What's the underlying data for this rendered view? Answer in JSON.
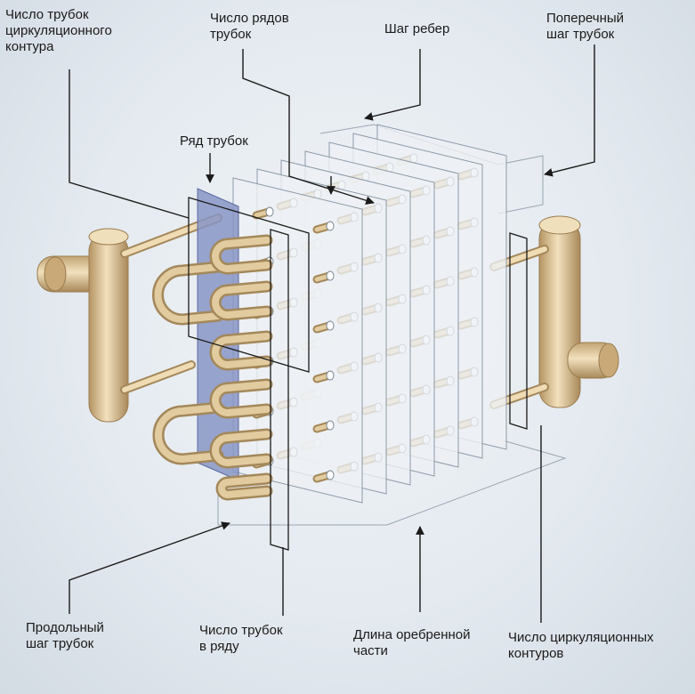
{
  "labels": {
    "tubes_circuit": "Число трубок\nциркуляционного\nконтура",
    "rows_count": "Число рядов\nтрубок",
    "fin_pitch": "Шаг ребер",
    "transverse_pitch": "Поперечный\nшаг трубок",
    "tube_row": "Ряд трубок",
    "longitudinal_pitch": "Продольный\nшаг трубок",
    "tubes_in_row": "Число трубок\nв ряду",
    "finned_length": "Длина оребренной\nчасти",
    "circuits_count": "Число циркуляционных\nконтуров"
  },
  "colors": {
    "background": "#e3e9ef",
    "fin_fill": "#edf1f5",
    "fin_stroke": "#8e9aa6",
    "tube": "#e1cb9f",
    "tube_stroke": "#a4885a",
    "highlight_row": "#8795c4",
    "leader_line": "#1a1a1a"
  }
}
